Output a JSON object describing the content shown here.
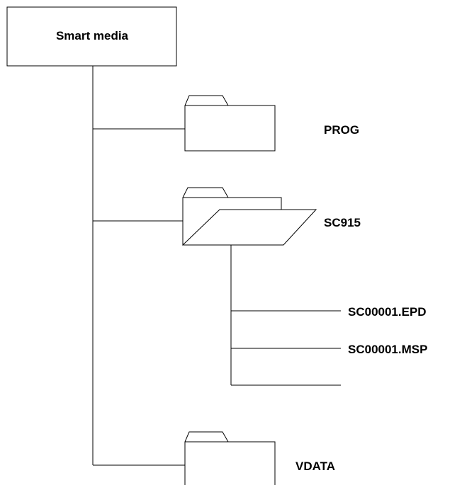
{
  "root": {
    "label": "Smart media"
  },
  "folders": {
    "prog": {
      "label": "PROG",
      "state": "closed"
    },
    "sc915": {
      "label": "SC915",
      "state": "open"
    },
    "vdata": {
      "label": "VDATA",
      "state": "closed"
    }
  },
  "files": [
    {
      "label": "SC00001.EPD"
    },
    {
      "label": "SC00001.MSP"
    },
    {
      "label": ""
    }
  ],
  "colors": {
    "line": "#000000",
    "background": "#ffffff",
    "text": "#000000"
  }
}
